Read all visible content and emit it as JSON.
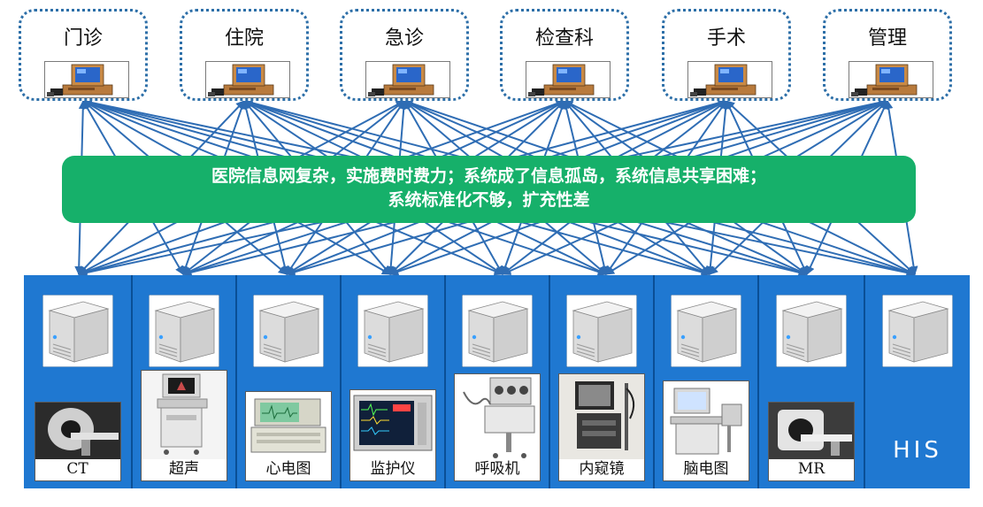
{
  "departments": [
    {
      "label": "门诊",
      "icon": "computer-icon"
    },
    {
      "label": "住院",
      "icon": "computer-icon"
    },
    {
      "label": "急诊",
      "icon": "computer-icon"
    },
    {
      "label": "检查科",
      "icon": "computer-icon"
    },
    {
      "label": "手术",
      "icon": "computer-icon"
    },
    {
      "label": "管理",
      "icon": "computer-icon"
    }
  ],
  "banner": {
    "line1": "医院信息网复杂，实施费时费力；系统成了信息孤岛，系统信息共享困难；",
    "line2": "系统标准化不够，扩充性差"
  },
  "systems": [
    {
      "label": "CT",
      "icon": "ct-scanner-icon"
    },
    {
      "label": "超声",
      "icon": "ultrasound-machine-icon"
    },
    {
      "label": "心电图",
      "icon": "ecg-machine-icon"
    },
    {
      "label": "监护仪",
      "icon": "patient-monitor-icon"
    },
    {
      "label": "呼吸机",
      "icon": "ventilator-icon"
    },
    {
      "label": "内窥镜",
      "icon": "endoscope-icon"
    },
    {
      "label": "脑电图",
      "icon": "eeg-machine-icon"
    },
    {
      "label": "MR",
      "icon": "mri-scanner-icon"
    },
    {
      "label": "HIS",
      "icon": "server-icon"
    }
  ],
  "colors": {
    "arrow": "#2f6db4",
    "banner": "#16b06a",
    "system_panel": "#1f78d1",
    "dept_border": "#2d6fa8"
  }
}
